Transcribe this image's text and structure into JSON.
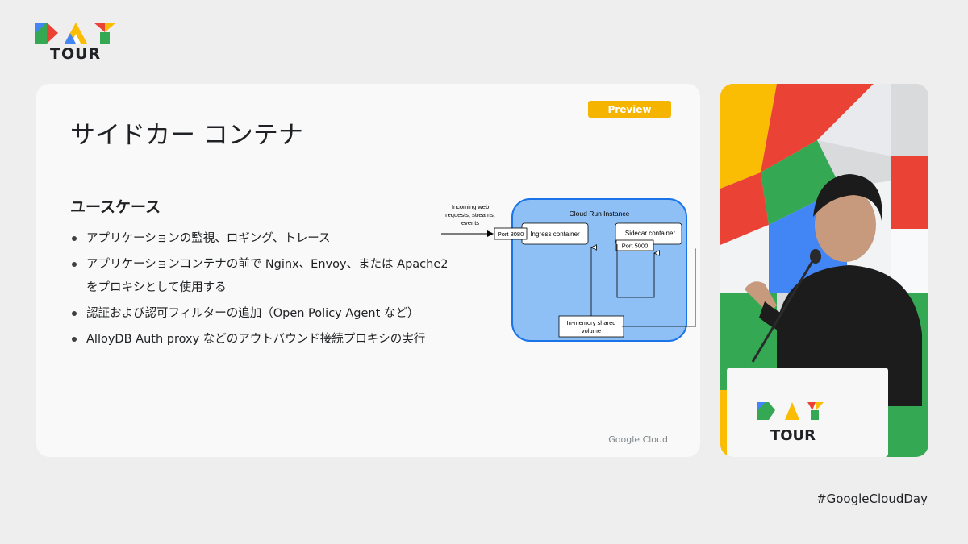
{
  "logo": {
    "word": "DAY",
    "sub": "TOUR"
  },
  "slide": {
    "badge": "Preview",
    "title": "サイドカー コンテナ",
    "section_heading": "ユースケース",
    "bullets": [
      "アプリケーションの監視、ロギング、トレース",
      "アプリケーションコンテナの前で Nginx、Envoy、または Apache2 をプロキシとして使用する",
      "認証および認可フィルターの追加（Open Policy Agent など）",
      "AlloyDB Auth proxy などのアウトバウンド接続プロキシの実行"
    ],
    "footer": "Google Cloud"
  },
  "diagram": {
    "instance_label": "Cloud Run Instance",
    "incoming_lines": [
      "Incoming web",
      "requests, streams,",
      "events"
    ],
    "port_ingress": "Port 8080",
    "ingress": "Ingress container",
    "sidecar": "Sidecar container",
    "port_sidecar": "Port 5000",
    "volume_lines": [
      "In-memory shared",
      "volume"
    ]
  },
  "video": {
    "podium_word": "DAY",
    "podium_sub": "TOUR"
  },
  "hashtag": "#GoogleCloudDay",
  "colors": {
    "blue": "#4285f4",
    "red": "#ea4335",
    "yellow": "#fbbc04",
    "green": "#34a853",
    "diagram_fill": "#8ec0f6",
    "diagram_stroke": "#1a73e8",
    "badge": "#f4b400"
  }
}
